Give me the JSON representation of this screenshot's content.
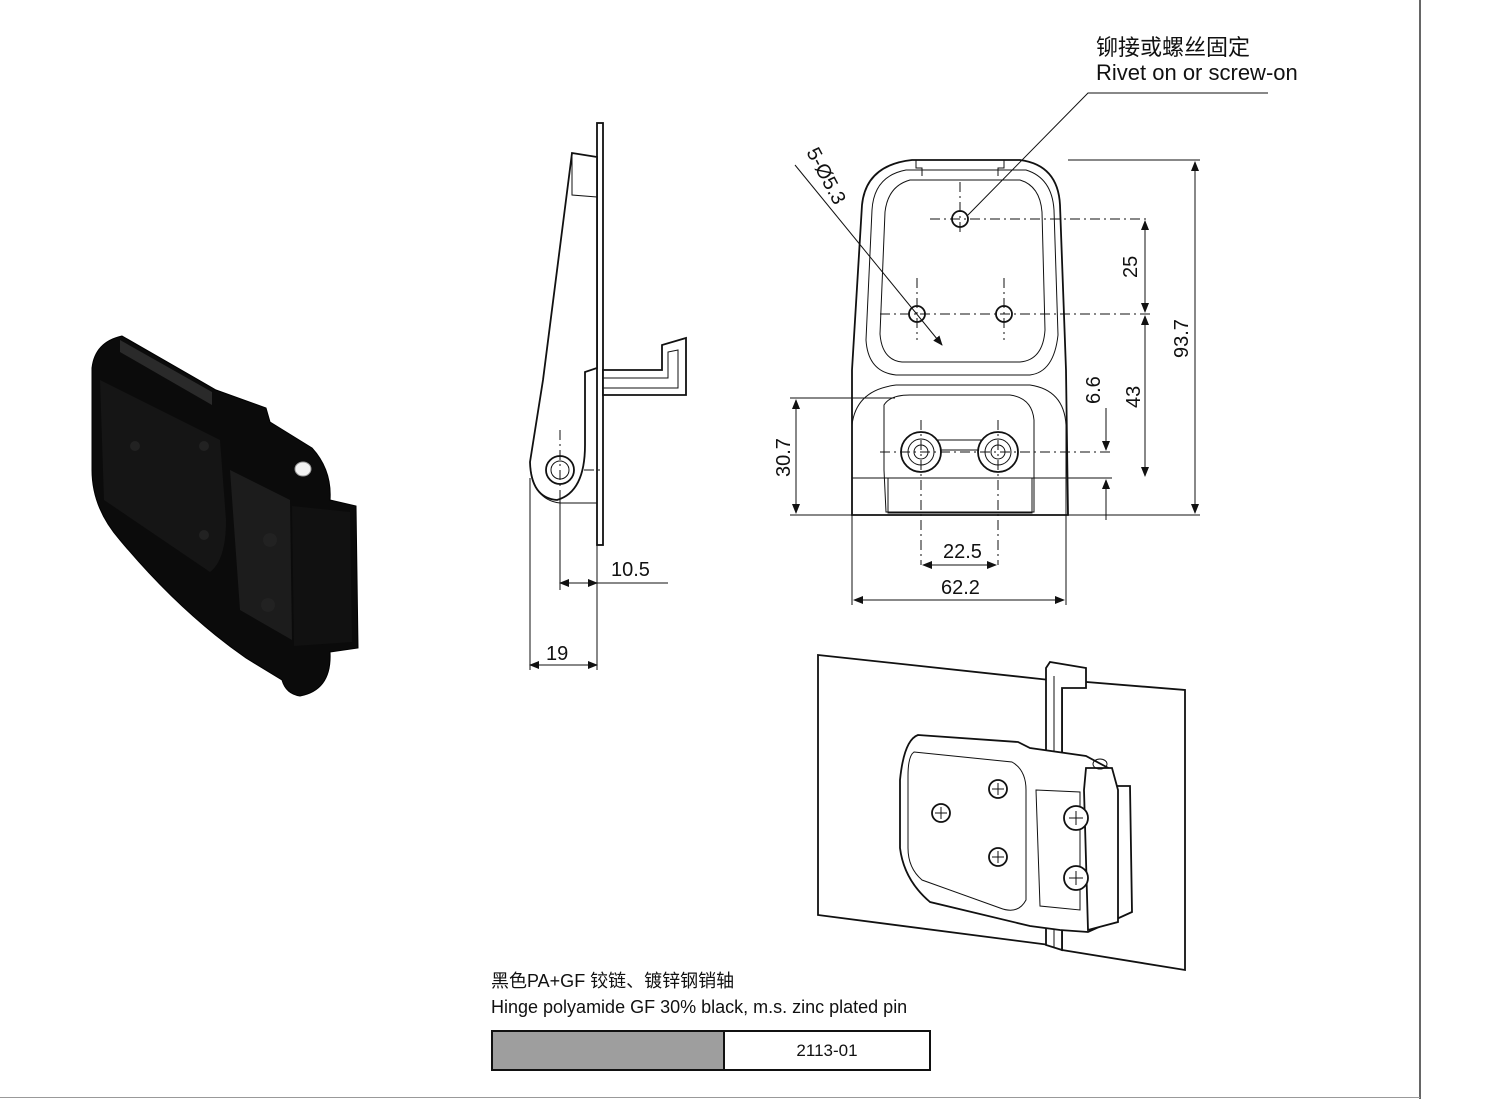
{
  "callout": {
    "zh": "铆接或螺丝固定",
    "en": "Rivet on or screw-on"
  },
  "dimensions": {
    "holes": "5-Ø5.3",
    "d25": "25",
    "d93_7": "93.7",
    "d6_6": "6.6",
    "d43": "43",
    "d30_7": "30.7",
    "d22_5": "22.5",
    "d62_2": "62.2",
    "d10_5": "10.5",
    "d19": "19"
  },
  "description": {
    "zh": "黑色PA+GF 铰链、镀锌钢销轴",
    "en": "Hinge polyamide GF 30% black, m.s. zinc plated pin"
  },
  "part_number": "2113-01",
  "colors": {
    "title_block_fill": "#9e9e9e",
    "part_black": "#0b0b0b"
  }
}
